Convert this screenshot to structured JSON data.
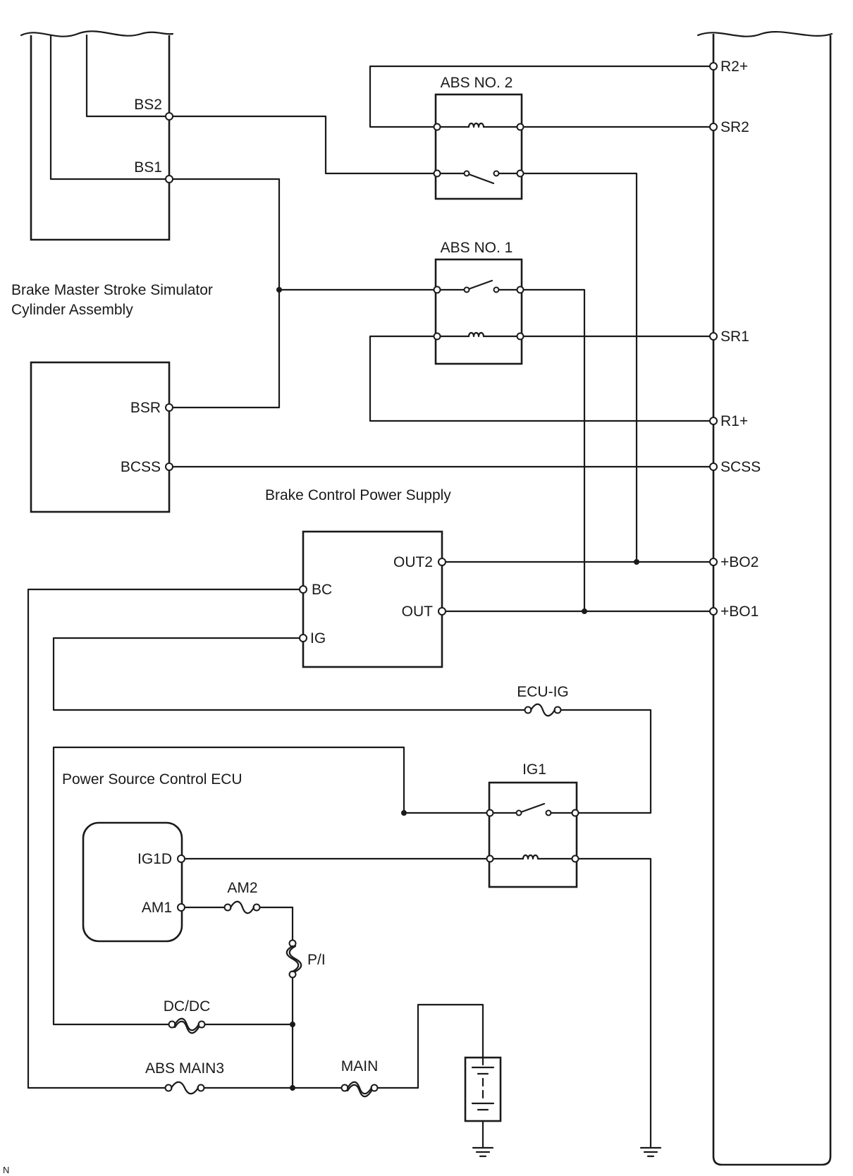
{
  "components": {
    "master_cylinder": "Brake Master Stroke Simulator\nCylinder Assembly",
    "power_supply": "Brake Control Power Supply",
    "power_source_ecu": "Power Source Control ECU"
  },
  "relays": {
    "abs_no2": "ABS NO. 2",
    "abs_no1": "ABS NO. 1",
    "ig1": "IG1"
  },
  "master_terminals": {
    "bs2": "BS2",
    "bs1": "BS1"
  },
  "simulator_terminals": {
    "bsr": "BSR",
    "bcss": "BCSS"
  },
  "power_supply_terminals": {
    "out2": "OUT2",
    "out": "OUT",
    "bc": "BC",
    "ig": "IG"
  },
  "ecu_terminals": {
    "ig1d": "IG1D",
    "am1": "AM1"
  },
  "skid_control_ecu_terminals": {
    "r2_plus": "R2+",
    "sr2": "SR2",
    "sr1": "SR1",
    "r1_plus": "R1+",
    "scss": "SCSS",
    "bo2_plus": "+BO2",
    "bo1_plus": "+BO1"
  },
  "fuses": {
    "ecu_ig": "ECU-IG",
    "am2": "AM2",
    "pi": "P/I",
    "dcdc": "DC/DC",
    "abs_main3": "ABS MAIN3",
    "main": "MAIN"
  },
  "footer_code": "N"
}
